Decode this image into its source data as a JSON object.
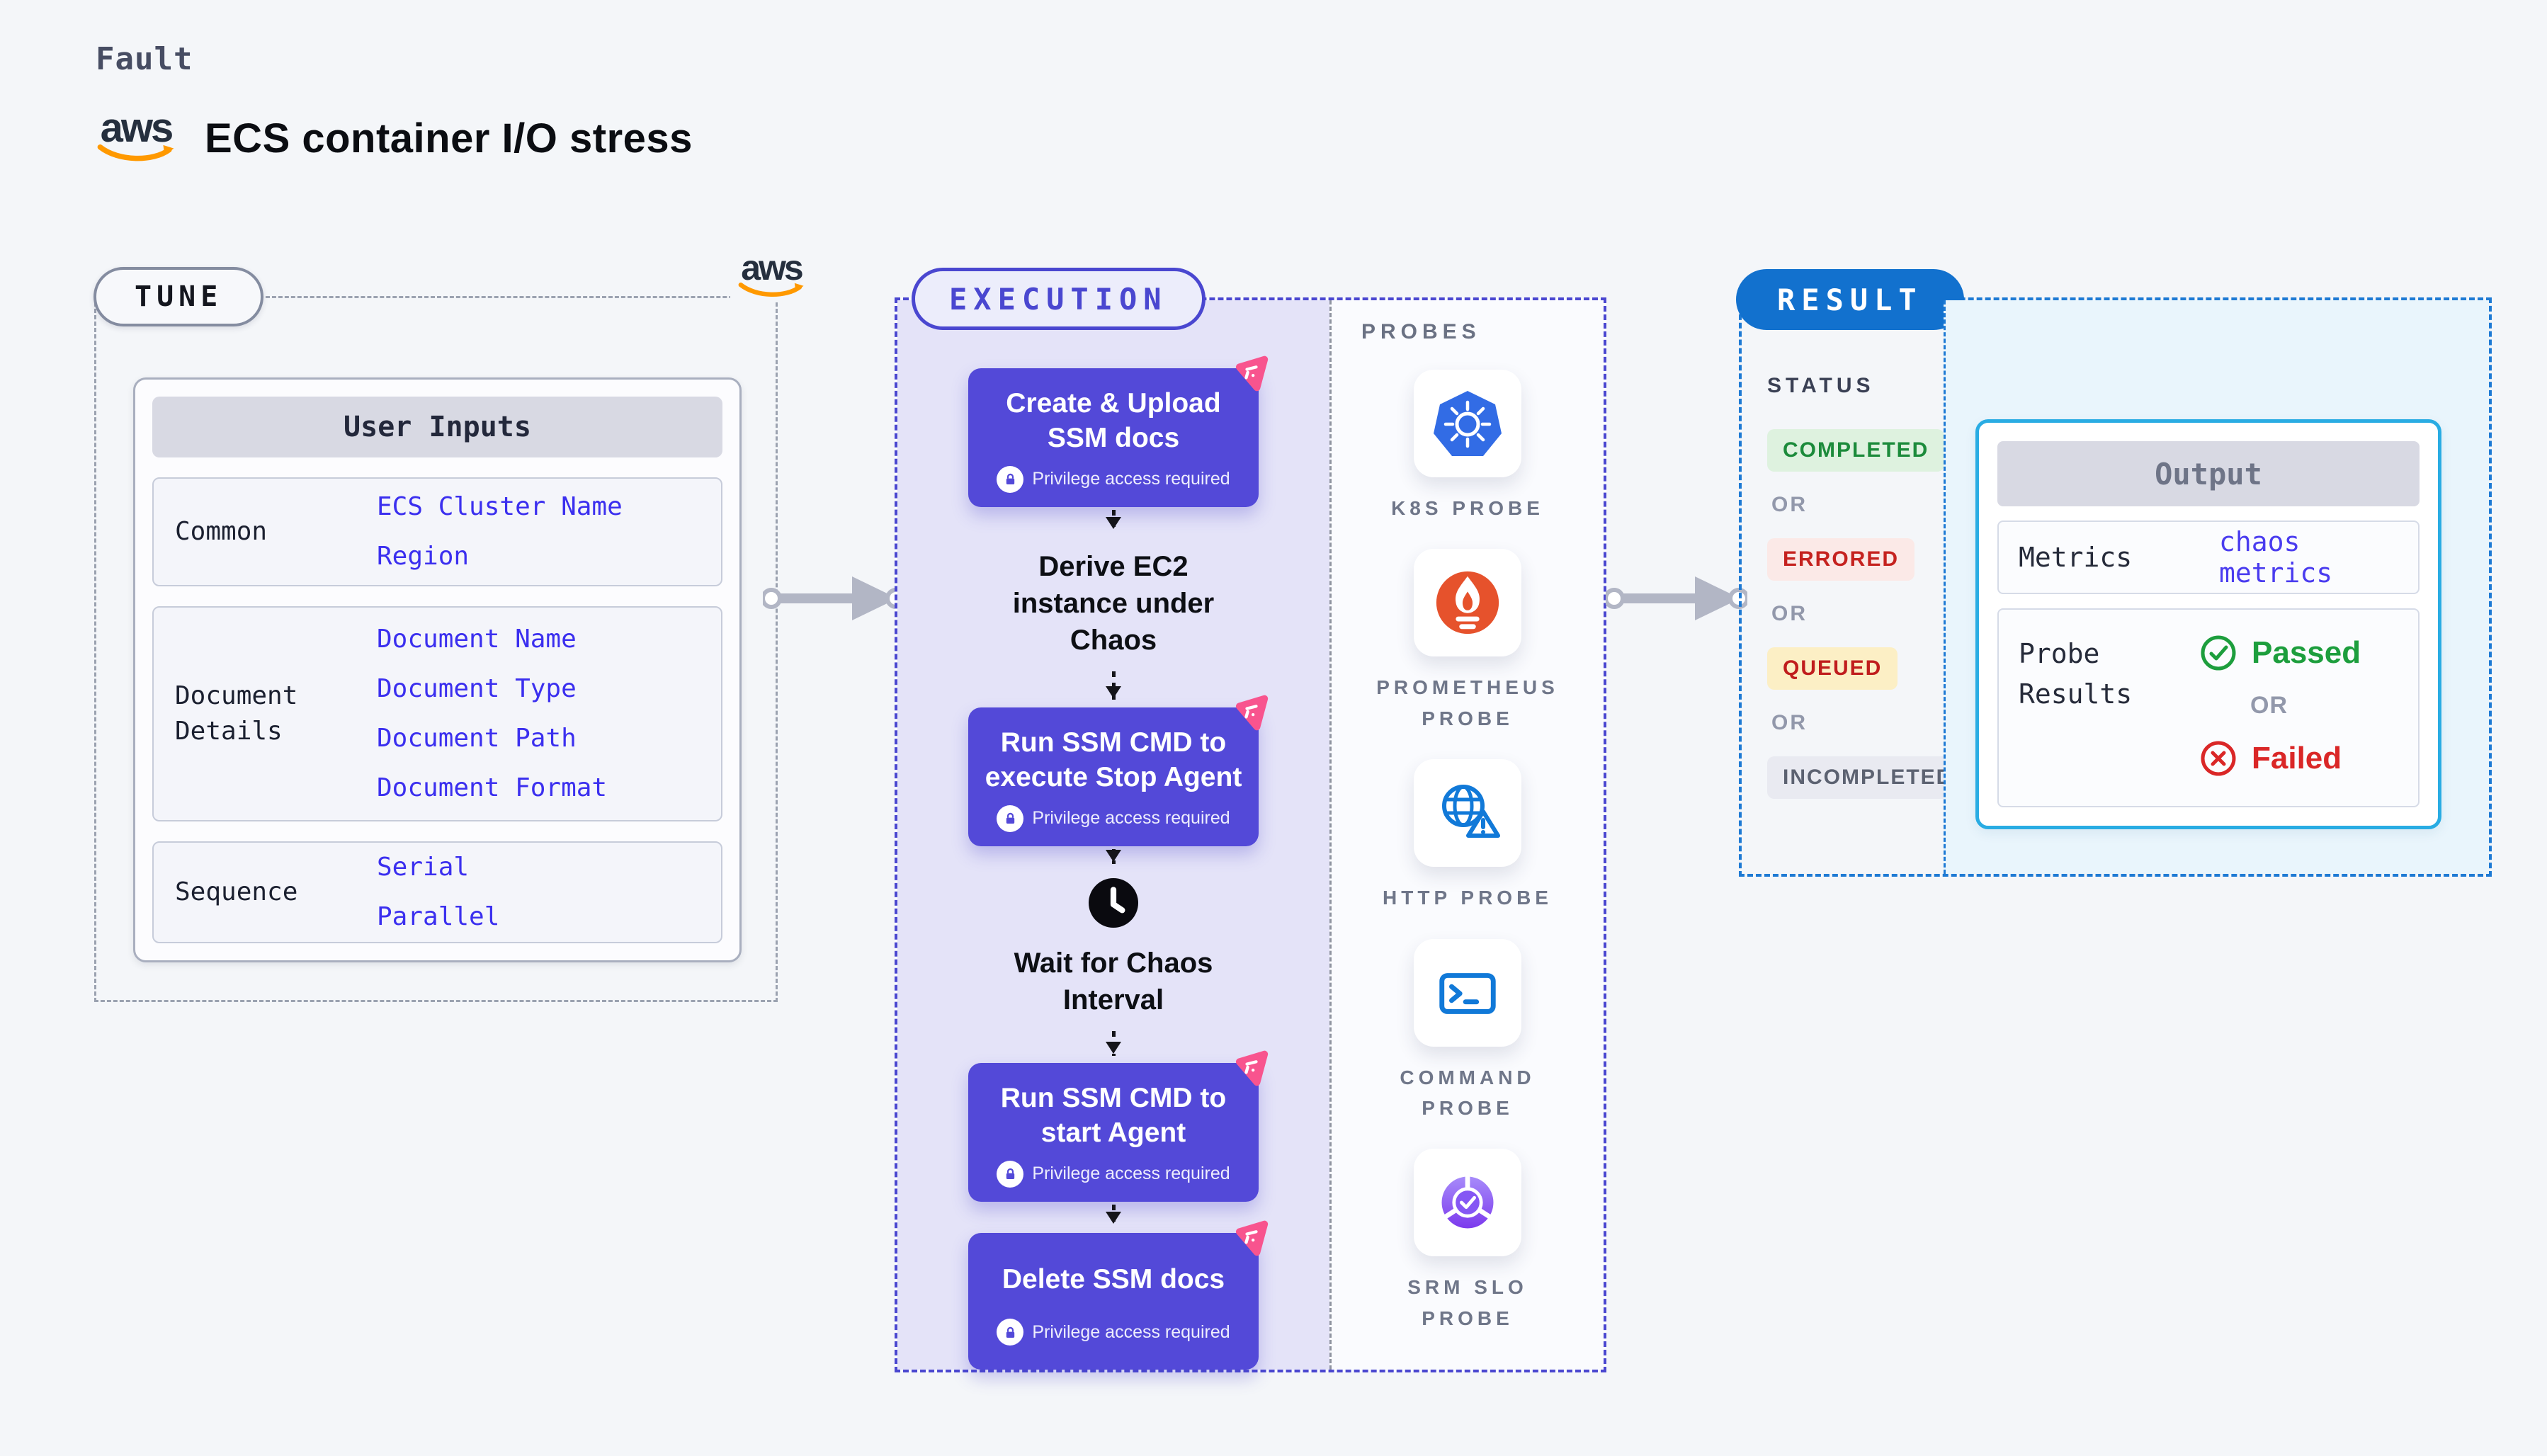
{
  "header": {
    "kicker": "Fault",
    "title": "ECS container I/O stress",
    "aws_wordmark": "aws"
  },
  "tune": {
    "label": "TUNE",
    "table": {
      "header": "User Inputs",
      "rows": [
        {
          "label": "Common",
          "values": [
            "ECS Cluster Name",
            "Region"
          ]
        },
        {
          "label": "Document Details",
          "values": [
            "Document Name",
            "Document Type",
            "Document Path",
            "Document Format"
          ]
        },
        {
          "label": "Sequence",
          "values": [
            "Serial",
            "Parallel"
          ]
        }
      ]
    }
  },
  "execution": {
    "label": "EXECUTION",
    "privilege_note": "Privilege access required",
    "steps": [
      {
        "type": "box",
        "title": "Create & Upload SSM docs",
        "privileged": true
      },
      {
        "type": "text",
        "title": "Derive EC2 instance under Chaos"
      },
      {
        "type": "box",
        "title": "Run SSM CMD to execute Stop Agent",
        "privileged": true
      },
      {
        "type": "wait",
        "title": "Wait for Chaos Interval",
        "icon": "clock-icon"
      },
      {
        "type": "box",
        "title": "Run SSM CMD to start Agent",
        "privileged": true
      },
      {
        "type": "box",
        "title": "Delete SSM docs",
        "privileged": true
      }
    ],
    "probes": {
      "heading": "PROBES",
      "items": [
        {
          "name": "K8S PROBE",
          "icon": "kubernetes-icon"
        },
        {
          "name": "PROMETHEUS PROBE",
          "icon": "prometheus-icon"
        },
        {
          "name": "HTTP PROBE",
          "icon": "http-globe-icon"
        },
        {
          "name": "COMMAND PROBE",
          "icon": "command-terminal-icon"
        },
        {
          "name": "SRM SLO PROBE",
          "icon": "srm-slo-gauge-icon"
        }
      ]
    }
  },
  "result": {
    "label": "RESULT",
    "status": {
      "heading": "STATUS",
      "or": "OR",
      "badges": [
        {
          "text": "COMPLETED",
          "kind": "success"
        },
        {
          "text": "ERRORED",
          "kind": "error"
        },
        {
          "text": "QUEUED",
          "kind": "queued"
        },
        {
          "text": "INCOMPLETED",
          "kind": "muted"
        }
      ]
    },
    "output": {
      "header": "Output",
      "metrics_label": "Metrics",
      "metrics_value": "chaos metrics",
      "probe_results_label": "Probe Results",
      "passed": "Passed",
      "or": "OR",
      "failed": "Failed"
    }
  },
  "palette": {
    "page_bg": "#F4F6F9",
    "kicker": "#474D63",
    "title_ink": "#0B0D12",
    "aws_navy": "#252F3E",
    "aws_orange": "#FF9900",
    "value_blue": "#3B2FEF",
    "indigo": "#4A47D0",
    "step_indigo": "#5349D8",
    "lavender": "#E4E3F8",
    "pill_indigo_bg": "#ECEDFB",
    "gray_dash": "#9BA2B0",
    "arrow_gray": "#B2B6C5",
    "probe_label": "#6F7689",
    "k8s_blue": "#326CE5",
    "prometheus_orange": "#E6522C",
    "http_blue": "#1179D8",
    "srm_purple_1": "#A78BFA",
    "srm_purple_2": "#7C3AED",
    "result_blue": "#1271CE",
    "result_dash": "#1E7AD4",
    "cyan_bg": "#E9F5FC",
    "cyan_border": "#29ACE3",
    "chip_gray": "#D8D9E3",
    "chip_ink": "#6E7487",
    "green": "#1C8B3B",
    "green_bg": "#DEF2DF",
    "red": "#C5221F",
    "red_bg": "#FBE9E7",
    "queued_red": "#C01D1D",
    "queued_bg": "#FCEFC5",
    "muted_ink": "#5C6271",
    "muted_bg": "#E9EAF1",
    "or_gray": "#9298AB",
    "status_ink": "#3A4054",
    "pink": "#F8548E",
    "passed_green": "#1D9E3D",
    "failed_red": "#DA2727"
  }
}
